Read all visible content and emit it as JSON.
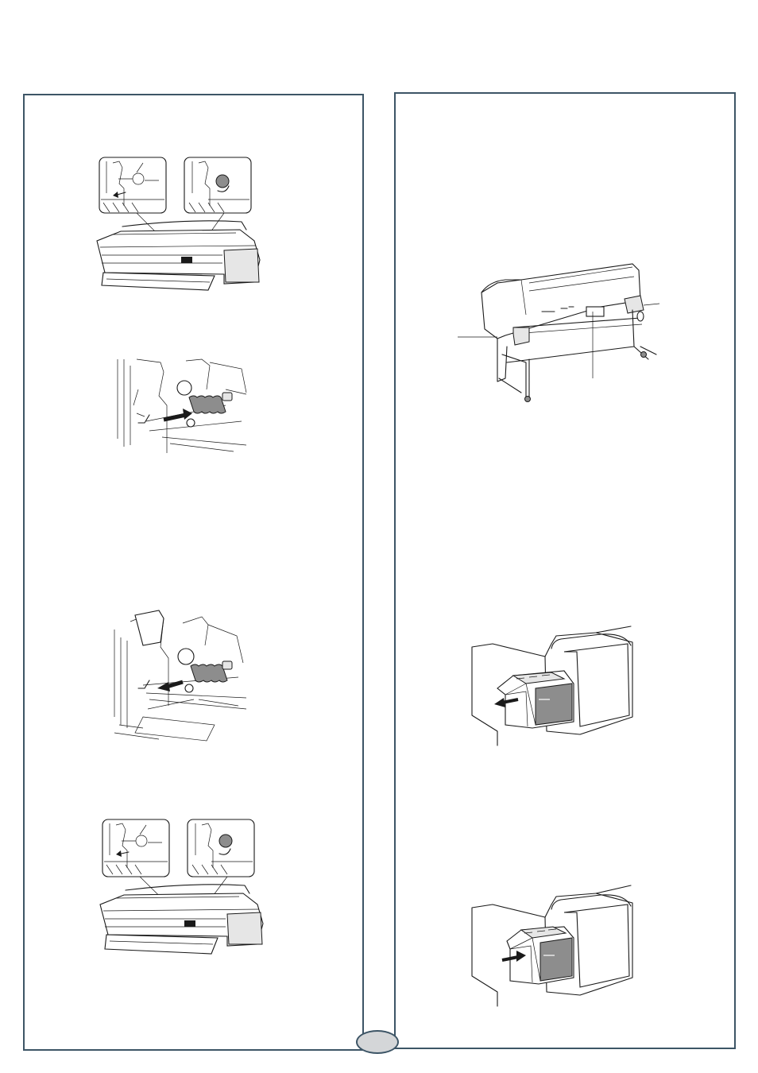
{
  "page": {
    "page_number": ""
  },
  "left_panel": {
    "figures": [
      {
        "icon": "printer-front-lever-release-illustration"
      },
      {
        "icon": "roll-holder-spring-push-illustration"
      },
      {
        "icon": "roll-holder-spring-pull-illustration"
      },
      {
        "icon": "printer-front-lever-lock-illustration"
      }
    ]
  },
  "right_panel": {
    "figures": [
      {
        "icon": "printer-rear-view-illustration"
      },
      {
        "icon": "maintenance-tank-remove-illustration"
      },
      {
        "icon": "maintenance-tank-insert-illustration"
      }
    ]
  },
  "colors": {
    "border": "#3d5566",
    "page_badge": "#d4d6d8",
    "line_art": "#1a1a1a",
    "shade": "#8d8d8d"
  }
}
